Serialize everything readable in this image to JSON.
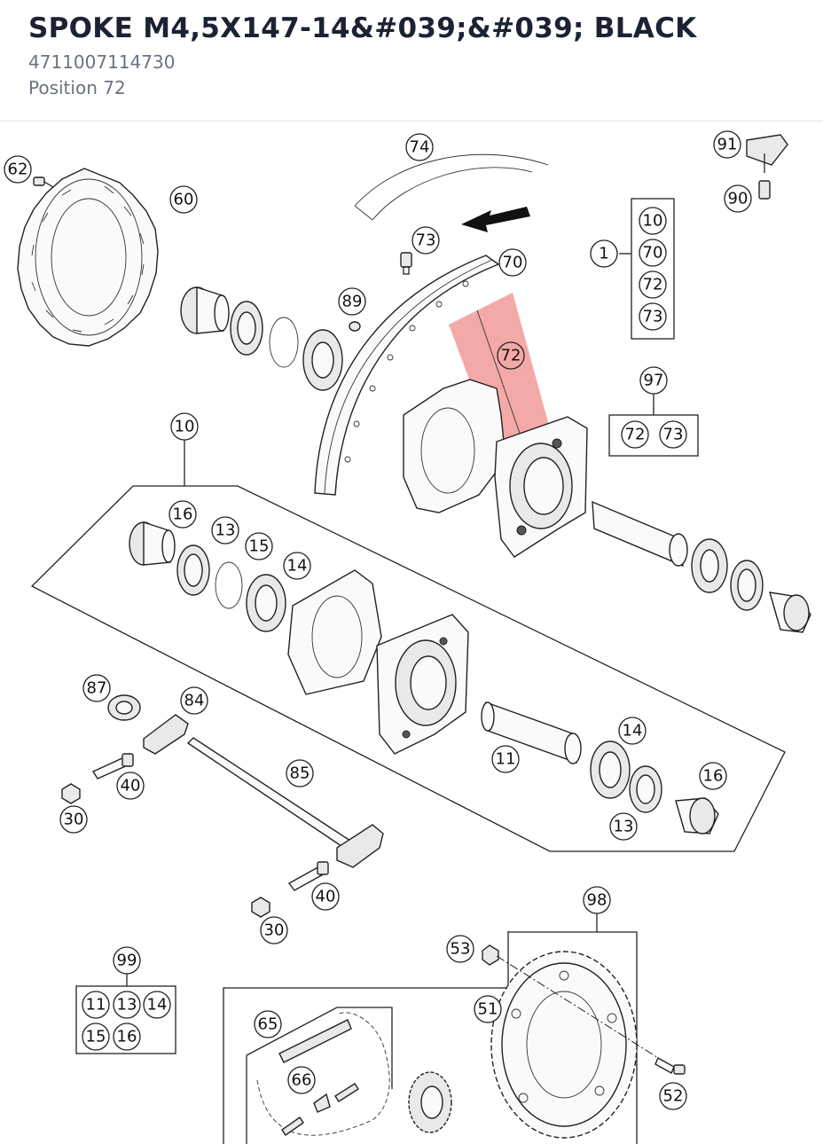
{
  "header": {
    "title": "SPOKE M4,5X147-14&#039;&#039; BLACK",
    "part_number": "4711007114730",
    "position": "Position 72"
  },
  "diagram": {
    "highlight_color": "#f08c8c",
    "selected_callout": "72",
    "callouts": [
      {
        "id": "c62",
        "label": "62"
      },
      {
        "id": "c60",
        "label": "60"
      },
      {
        "id": "c74",
        "label": "74"
      },
      {
        "id": "c73a",
        "label": "73"
      },
      {
        "id": "c70",
        "label": "70"
      },
      {
        "id": "c89",
        "label": "89"
      },
      {
        "id": "c72",
        "label": "72"
      },
      {
        "id": "c91",
        "label": "91"
      },
      {
        "id": "c90",
        "label": "90"
      },
      {
        "id": "c1",
        "label": "1"
      },
      {
        "id": "k1a",
        "label": "10"
      },
      {
        "id": "k1b",
        "label": "70"
      },
      {
        "id": "k1c",
        "label": "72"
      },
      {
        "id": "k1d",
        "label": "73"
      },
      {
        "id": "c97",
        "label": "97"
      },
      {
        "id": "k97a",
        "label": "72"
      },
      {
        "id": "k97b",
        "label": "73"
      },
      {
        "id": "c10",
        "label": "10"
      },
      {
        "id": "c16a",
        "label": "16"
      },
      {
        "id": "c13a",
        "label": "13"
      },
      {
        "id": "c15",
        "label": "15"
      },
      {
        "id": "c14a",
        "label": "14"
      },
      {
        "id": "c87",
        "label": "87"
      },
      {
        "id": "c84",
        "label": "84"
      },
      {
        "id": "c40a",
        "label": "40"
      },
      {
        "id": "c30a",
        "label": "30"
      },
      {
        "id": "c85",
        "label": "85"
      },
      {
        "id": "c11",
        "label": "11"
      },
      {
        "id": "c14b",
        "label": "14"
      },
      {
        "id": "c16b",
        "label": "16"
      },
      {
        "id": "c13b",
        "label": "13"
      },
      {
        "id": "c40b",
        "label": "40"
      },
      {
        "id": "c30b",
        "label": "30"
      },
      {
        "id": "c98",
        "label": "98"
      },
      {
        "id": "c53",
        "label": "53"
      },
      {
        "id": "c51",
        "label": "51"
      },
      {
        "id": "c52",
        "label": "52"
      },
      {
        "id": "c99",
        "label": "99"
      },
      {
        "id": "k99a",
        "label": "11"
      },
      {
        "id": "k99b",
        "label": "13"
      },
      {
        "id": "k99c",
        "label": "14"
      },
      {
        "id": "k99d",
        "label": "15"
      },
      {
        "id": "k99e",
        "label": "16"
      },
      {
        "id": "c65",
        "label": "65"
      },
      {
        "id": "c66",
        "label": "66"
      }
    ]
  }
}
